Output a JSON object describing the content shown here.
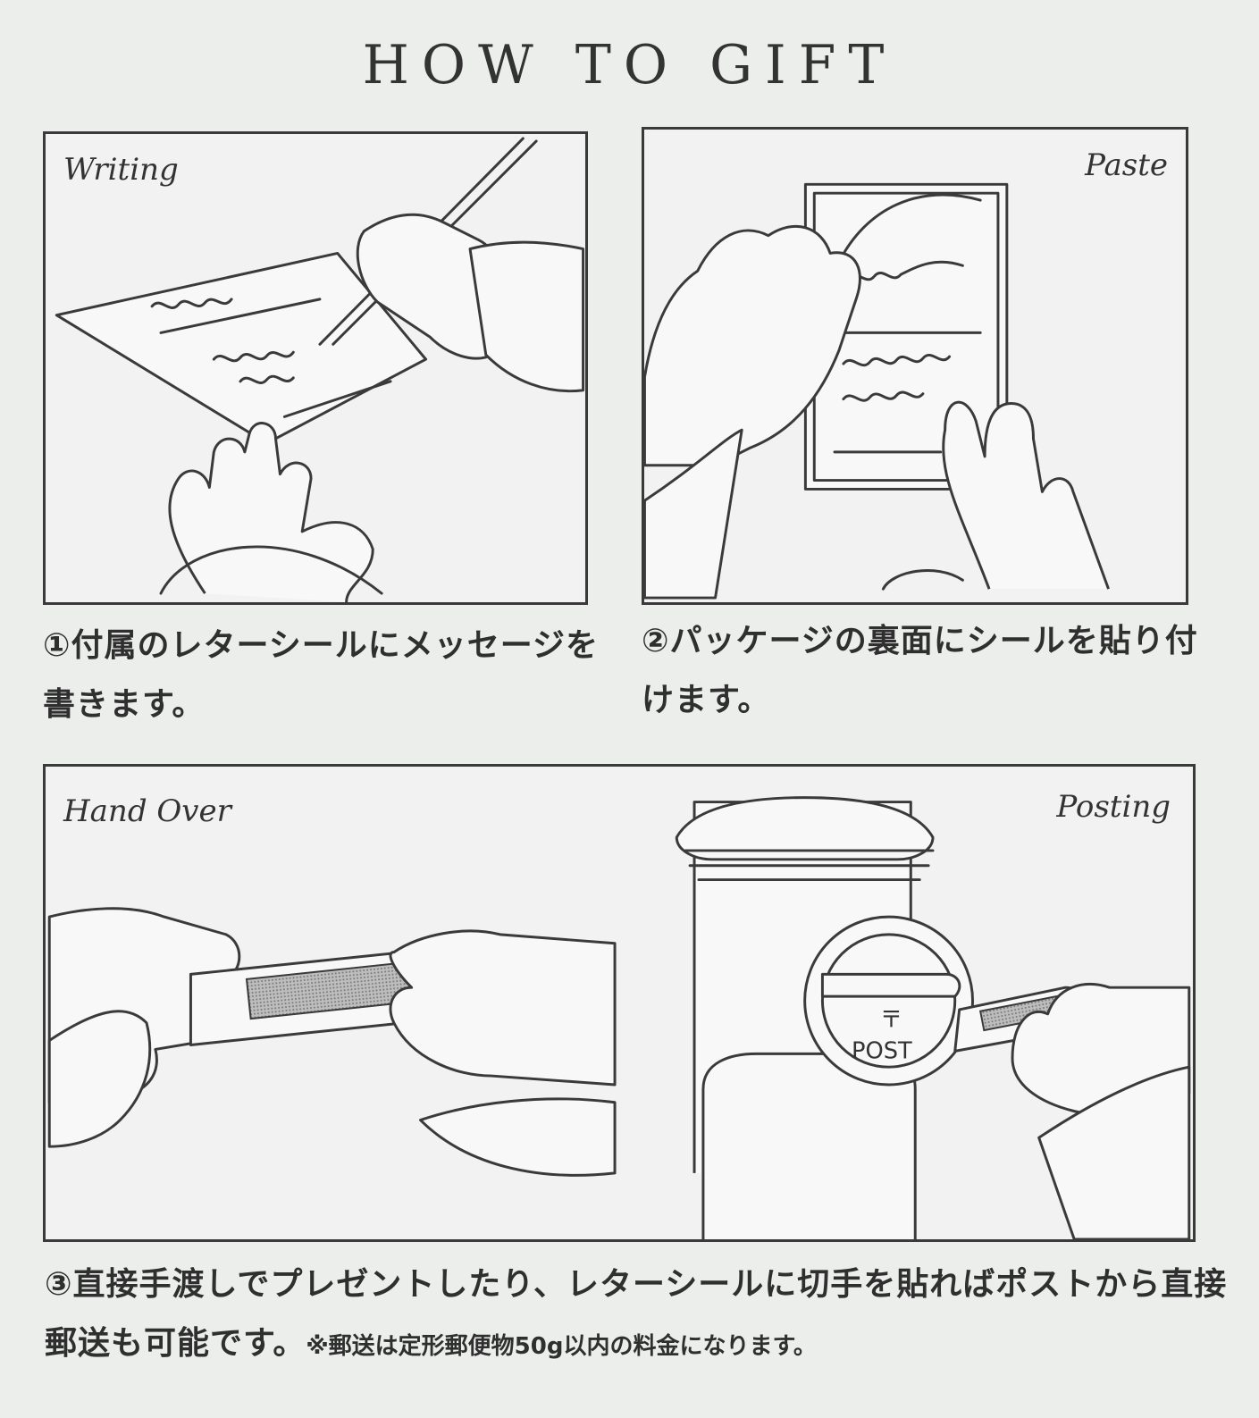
{
  "title": "HOW TO GIFT",
  "panels": {
    "writing": {
      "label": "Writing"
    },
    "paste": {
      "label": "Paste"
    },
    "hand_over": {
      "label": "Hand Over"
    },
    "posting": {
      "label": "Posting",
      "post_text": "POST",
      "post_mark": "〒"
    }
  },
  "captions": {
    "step1": "①付属のレターシールにメッセージを書きます。",
    "step2": "②パッケージの裏面にシールを貼り付けます。",
    "step3": "③直接手渡しでプレゼントしたり、レターシールに切手を貼ればポストから直接郵送も可能です。",
    "step3_note": "※郵送は定形郵便物50g以内の料金になります。"
  }
}
